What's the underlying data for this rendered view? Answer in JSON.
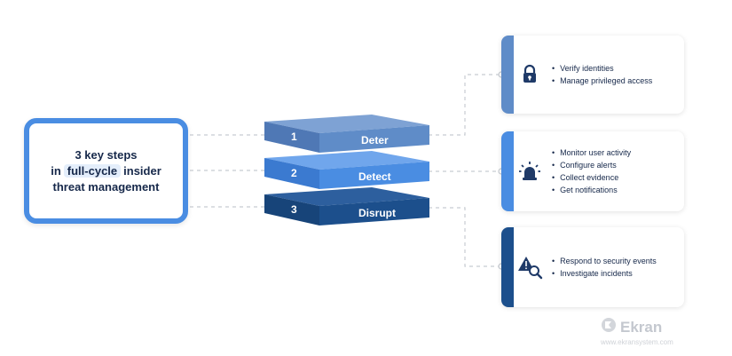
{
  "title": {
    "line1": "3 key steps",
    "line2_pre": "in",
    "line2_highlight": "full-cycle",
    "line2_post": "insider",
    "line3": "threat management"
  },
  "steps": [
    {
      "number": "1",
      "label": "Deter"
    },
    {
      "number": "2",
      "label": "Detect"
    },
    {
      "number": "3",
      "label": "Disrupt"
    }
  ],
  "cards": [
    {
      "icon": "lock-icon",
      "items": [
        "Verify identities",
        "Manage privileged access"
      ]
    },
    {
      "icon": "alarm-light-icon",
      "items": [
        "Monitor user activity",
        "Configure alerts",
        "Collect evidence",
        "Get notifications"
      ]
    },
    {
      "icon": "warning-search-icon",
      "items": [
        "Respond to security events",
        "Investigate incidents"
      ]
    }
  ],
  "brand": {
    "name": "Ekran",
    "url": "www.ekransystem.com"
  },
  "colors": {
    "deter": "#5f8cc8",
    "detect": "#4a8de2",
    "disrupt": "#1c4f8c",
    "card_border_1": "#5f8cc8",
    "card_border_2": "#4a8de2",
    "card_border_3": "#1c4f8c",
    "text_dark": "#16284a"
  }
}
